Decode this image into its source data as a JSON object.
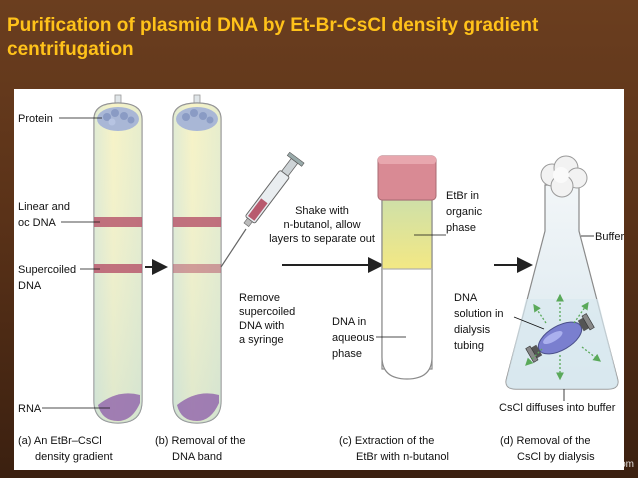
{
  "slide": {
    "title": "Purification of plasmid DNA by Et-Br-CsCl density gradient centrifugation",
    "watermark": "ppt.com"
  },
  "diagram": {
    "tube_labels": {
      "protein": "Protein",
      "linear_oc_1": "Linear and",
      "linear_oc_2": "oc DNA",
      "supercoiled_1": "Supercoiled",
      "supercoiled_2": "DNA",
      "rna": "RNA"
    },
    "step_b_text": [
      "Remove",
      "supercoiled",
      "DNA with",
      "a syringe"
    ],
    "shake_text": [
      "Shake with",
      "n-butanol, allow",
      "layers to separate out"
    ],
    "aqueous_text": [
      "DNA in",
      "aqueous",
      "phase"
    ],
    "etbr_text": [
      "EtBr in",
      "organic",
      "phase"
    ],
    "dialysis_text": [
      "DNA",
      "solution in",
      "dialysis",
      "tubing"
    ],
    "buffer_label": "Buffer",
    "cscl_diffuse": "CsCl diffuses into buffer",
    "captions": {
      "a": [
        "(a)  An EtBr–CsCl",
        "density gradient"
      ],
      "b": [
        "(b)  Removal of the",
        "DNA band"
      ],
      "c": [
        "(c)  Extraction of the",
        "EtBr with n-butanol"
      ],
      "d": [
        "(d)  Removal of the",
        "CsCl by dialysis"
      ]
    },
    "colors": {
      "tube_yellow": "#f0e9a0",
      "band": "#b85a6e",
      "rna": "#8b5aa8",
      "protein": "#9aa8cc",
      "etbr_phase": "#c9d66a",
      "cap": "#d98a94",
      "title": "#ffc21a"
    }
  }
}
